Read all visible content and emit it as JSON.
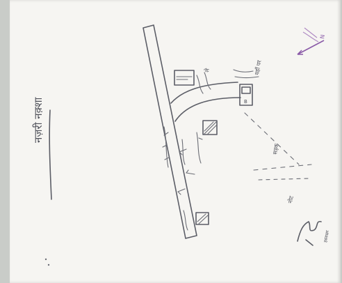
{
  "map": {
    "title": "नज़री नक़्शा",
    "labels": {
      "north_marker": "N",
      "building": "B",
      "building_note": "यहाँ पर",
      "road_side": "सड़क",
      "road_note": "ले",
      "footer_note": "नोट",
      "signature_text": "हस्ताक्षर"
    },
    "colors": {
      "ink": "#5b5d66",
      "north_marker": "#8a5aa8",
      "paper": "#f6f5f2",
      "background": "#c9ccc8"
    }
  }
}
